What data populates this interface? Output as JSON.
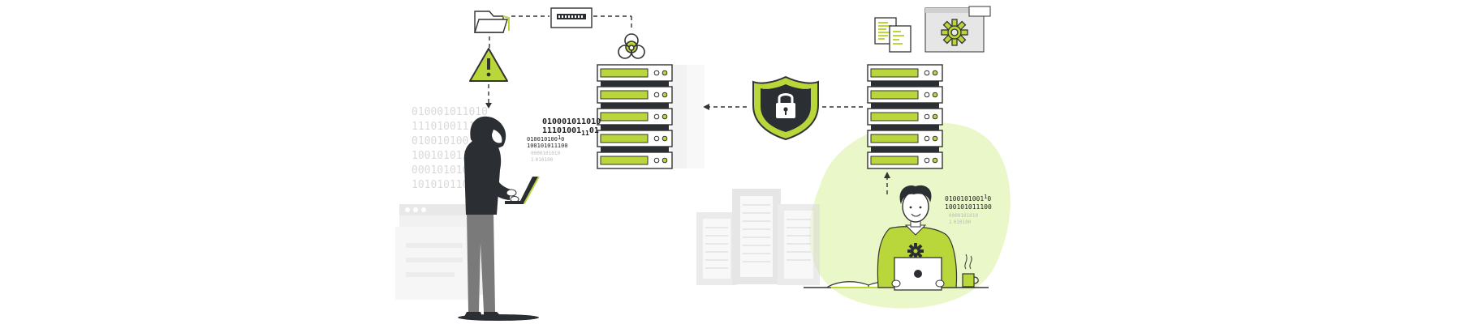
{
  "colors": {
    "accent": "#b9d63a",
    "accent_light": "#eaf7c8",
    "dark": "#2b2f33",
    "gray": "#e6e6e6",
    "mid_gray": "#bfbfbf",
    "line": "#333333"
  },
  "icons": [
    "folder-icon",
    "hazard-warning-icon",
    "biohazard-icon",
    "lock-shield-icon",
    "gear-icon",
    "coffee-cup-icon",
    "laptop-icon",
    "code-document-icon"
  ],
  "hacker_binary": {
    "line1": "010001011010",
    "line2": "11101001",
    "line2_sub": "11",
    "line2_end": "01",
    "line3": "010010100",
    "line3_sup": "1",
    "line3_end": "0",
    "line4": "100101011100",
    "line5": "0000101010",
    "line6": "1",
    "line6_end": "010100"
  },
  "bg_binary": [
    "010001011010",
    "111010011101",
    "010010100101",
    "100101011100",
    "000101010100",
    "101010110101"
  ],
  "admin_binary": {
    "line1": "0100101001",
    "line1_sup": "1",
    "line1_end": "0",
    "line2": "100101011100",
    "line3": "0000101010",
    "line4": "1",
    "line4_end": "010100"
  }
}
